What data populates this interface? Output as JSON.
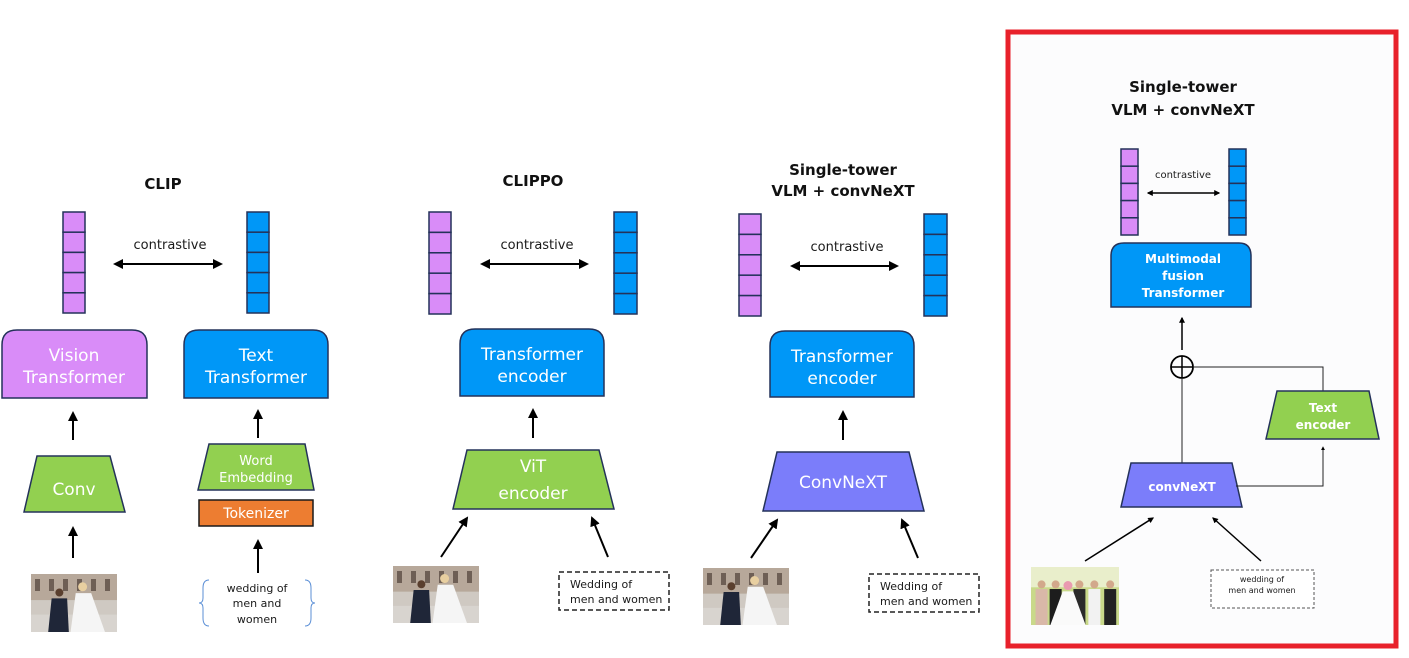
{
  "colors": {
    "purple": "#d98cf8",
    "blue": "#0097f7",
    "green": "#92d050",
    "orange": "#ed7d31",
    "violet": "#7b7dfa",
    "outline": "#24325a",
    "highlight_frame": "#e8212b"
  },
  "panels": [
    {
      "id": "clip",
      "title": [
        "CLIP"
      ],
      "contrastive_label": "contrastive",
      "image_tower": {
        "encoder_label": [
          "Vision",
          "Transformer"
        ],
        "stem_label": [
          "Conv"
        ]
      },
      "text_tower": {
        "encoder_label": [
          "Text",
          "Transformer"
        ],
        "embedding_label": [
          "Word",
          "Embedding"
        ],
        "tokenizer_label": "Tokenizer"
      },
      "text_input": [
        "wedding of",
        "men and",
        "women"
      ],
      "image_input": "wedding-couple-photo"
    },
    {
      "id": "clippo",
      "title": [
        "CLIPPO"
      ],
      "contrastive_label": "contrastive",
      "encoder_label": [
        "Transformer",
        "encoder"
      ],
      "stem_label": [
        "ViT",
        "encoder"
      ],
      "text_input": [
        "Wedding of",
        "men and women"
      ],
      "image_input": "wedding-couple-photo"
    },
    {
      "id": "single-tower",
      "title": [
        "Single-tower",
        "VLM + convNeXT"
      ],
      "contrastive_label": "contrastive",
      "encoder_label": [
        "Transformer",
        "encoder"
      ],
      "stem_label": [
        "ConvNeXT"
      ],
      "text_input": [
        "Wedding of",
        "men and women"
      ],
      "image_input": "wedding-couple-photo"
    },
    {
      "id": "single-tower-fusion",
      "highlighted": true,
      "title": [
        "Single-tower",
        "VLM + convNeXT"
      ],
      "contrastive_label": "contrastive",
      "fusion_label": [
        "Multimodal",
        "fusion",
        "Transformer"
      ],
      "fusion_operator": "⊕",
      "text_encoder_label": [
        "Text",
        "encoder"
      ],
      "stem_label": [
        "convNeXT"
      ],
      "text_input": [
        "wedding of",
        "men and women"
      ],
      "image_input": "wedding-group-photo"
    }
  ]
}
